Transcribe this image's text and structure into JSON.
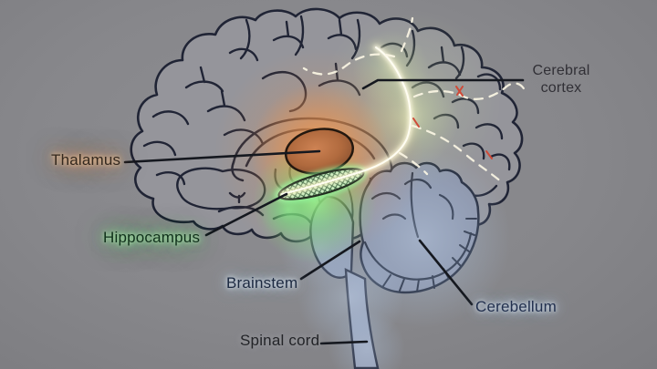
{
  "diagram": {
    "subject": "Human brain sagittal-view anatomy diagram with memory pathway highlighted",
    "background_color": "#87878b",
    "outline_color": "#202435",
    "labels": {
      "thalamus": {
        "text": "Thalamus",
        "glow_color": "#f4a86d"
      },
      "hippocampus": {
        "text": "Hippocampus",
        "glow_color": "#7ae287"
      },
      "brainstem": {
        "text": "Brainstem",
        "glow_color": "#c3dcf4"
      },
      "spinal_cord": {
        "text": "Spinal cord",
        "glow_color": "none"
      },
      "cerebellum": {
        "text": "Cerebellum",
        "glow_color": "#c0daf4"
      },
      "cerebral_cortex": {
        "text": "Cerebral cortex",
        "glow_color": "none"
      }
    },
    "highlights": {
      "thalamus_glow": "#e09a5a",
      "hippocampus_glow": "#8ce98f",
      "memory_pathway_glow": "#fff3b8",
      "cerebellum_brainstem_glow": "#b9d6f2"
    }
  }
}
